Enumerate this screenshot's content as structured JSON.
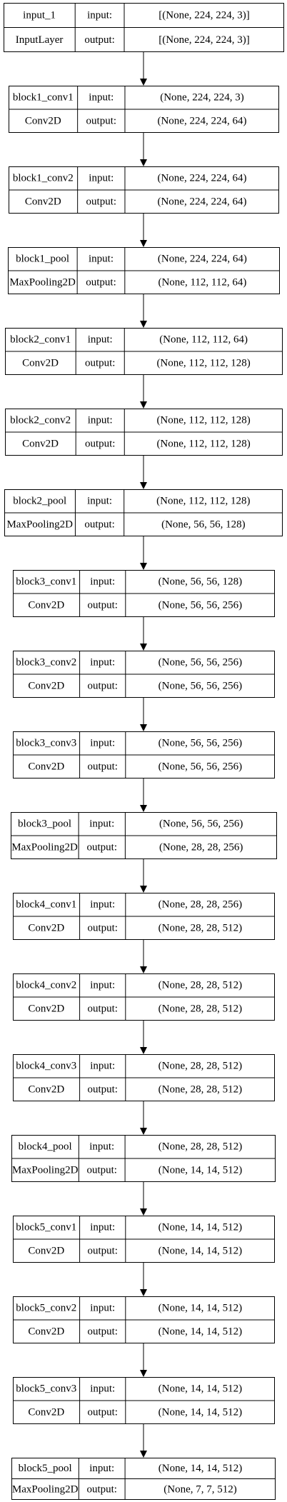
{
  "layers": [
    {
      "name": "input_1",
      "type": "InputLayer",
      "input_label": "input:",
      "output_label": "output:",
      "input_shape": "[(None, 224, 224, 3)]",
      "output_shape": "[(None, 224, 224, 3)]"
    },
    {
      "name": "block1_conv1",
      "type": "Conv2D",
      "input_label": "input:",
      "output_label": "output:",
      "input_shape": "(None, 224, 224, 3)",
      "output_shape": "(None, 224, 224, 64)"
    },
    {
      "name": "block1_conv2",
      "type": "Conv2D",
      "input_label": "input:",
      "output_label": "output:",
      "input_shape": "(None, 224, 224, 64)",
      "output_shape": "(None, 224, 224, 64)"
    },
    {
      "name": "block1_pool",
      "type": "MaxPooling2D",
      "input_label": "input:",
      "output_label": "output:",
      "input_shape": "(None, 224, 224, 64)",
      "output_shape": "(None, 112, 112, 64)"
    },
    {
      "name": "block2_conv1",
      "type": "Conv2D",
      "input_label": "input:",
      "output_label": "output:",
      "input_shape": "(None, 112, 112, 64)",
      "output_shape": "(None, 112, 112, 128)"
    },
    {
      "name": "block2_conv2",
      "type": "Conv2D",
      "input_label": "input:",
      "output_label": "output:",
      "input_shape": "(None, 112, 112, 128)",
      "output_shape": "(None, 112, 112, 128)"
    },
    {
      "name": "block2_pool",
      "type": "MaxPooling2D",
      "input_label": "input:",
      "output_label": "output:",
      "input_shape": "(None, 112, 112, 128)",
      "output_shape": "(None, 56, 56, 128)"
    },
    {
      "name": "block3_conv1",
      "type": "Conv2D",
      "input_label": "input:",
      "output_label": "output:",
      "input_shape": "(None, 56, 56, 128)",
      "output_shape": "(None, 56, 56, 256)"
    },
    {
      "name": "block3_conv2",
      "type": "Conv2D",
      "input_label": "input:",
      "output_label": "output:",
      "input_shape": "(None, 56, 56, 256)",
      "output_shape": "(None, 56, 56, 256)"
    },
    {
      "name": "block3_conv3",
      "type": "Conv2D",
      "input_label": "input:",
      "output_label": "output:",
      "input_shape": "(None, 56, 56, 256)",
      "output_shape": "(None, 56, 56, 256)"
    },
    {
      "name": "block3_pool",
      "type": "MaxPooling2D",
      "input_label": "input:",
      "output_label": "output:",
      "input_shape": "(None, 56, 56, 256)",
      "output_shape": "(None, 28, 28, 256)"
    },
    {
      "name": "block4_conv1",
      "type": "Conv2D",
      "input_label": "input:",
      "output_label": "output:",
      "input_shape": "(None, 28, 28, 256)",
      "output_shape": "(None, 28, 28, 512)"
    },
    {
      "name": "block4_conv2",
      "type": "Conv2D",
      "input_label": "input:",
      "output_label": "output:",
      "input_shape": "(None, 28, 28, 512)",
      "output_shape": "(None, 28, 28, 512)"
    },
    {
      "name": "block4_conv3",
      "type": "Conv2D",
      "input_label": "input:",
      "output_label": "output:",
      "input_shape": "(None, 28, 28, 512)",
      "output_shape": "(None, 28, 28, 512)"
    },
    {
      "name": "block4_pool",
      "type": "MaxPooling2D",
      "input_label": "input:",
      "output_label": "output:",
      "input_shape": "(None, 28, 28, 512)",
      "output_shape": "(None, 14, 14, 512)"
    },
    {
      "name": "block5_conv1",
      "type": "Conv2D",
      "input_label": "input:",
      "output_label": "output:",
      "input_shape": "(None, 14, 14, 512)",
      "output_shape": "(None, 14, 14, 512)"
    },
    {
      "name": "block5_conv2",
      "type": "Conv2D",
      "input_label": "input:",
      "output_label": "output:",
      "input_shape": "(None, 14, 14, 512)",
      "output_shape": "(None, 14, 14, 512)"
    },
    {
      "name": "block5_conv3",
      "type": "Conv2D",
      "input_label": "input:",
      "output_label": "output:",
      "input_shape": "(None, 14, 14, 512)",
      "output_shape": "(None, 14, 14, 512)"
    },
    {
      "name": "block5_pool",
      "type": "MaxPooling2D",
      "input_label": "input:",
      "output_label": "output:",
      "input_shape": "(None, 14, 14, 512)",
      "output_shape": "(None, 7, 7, 512)"
    }
  ]
}
